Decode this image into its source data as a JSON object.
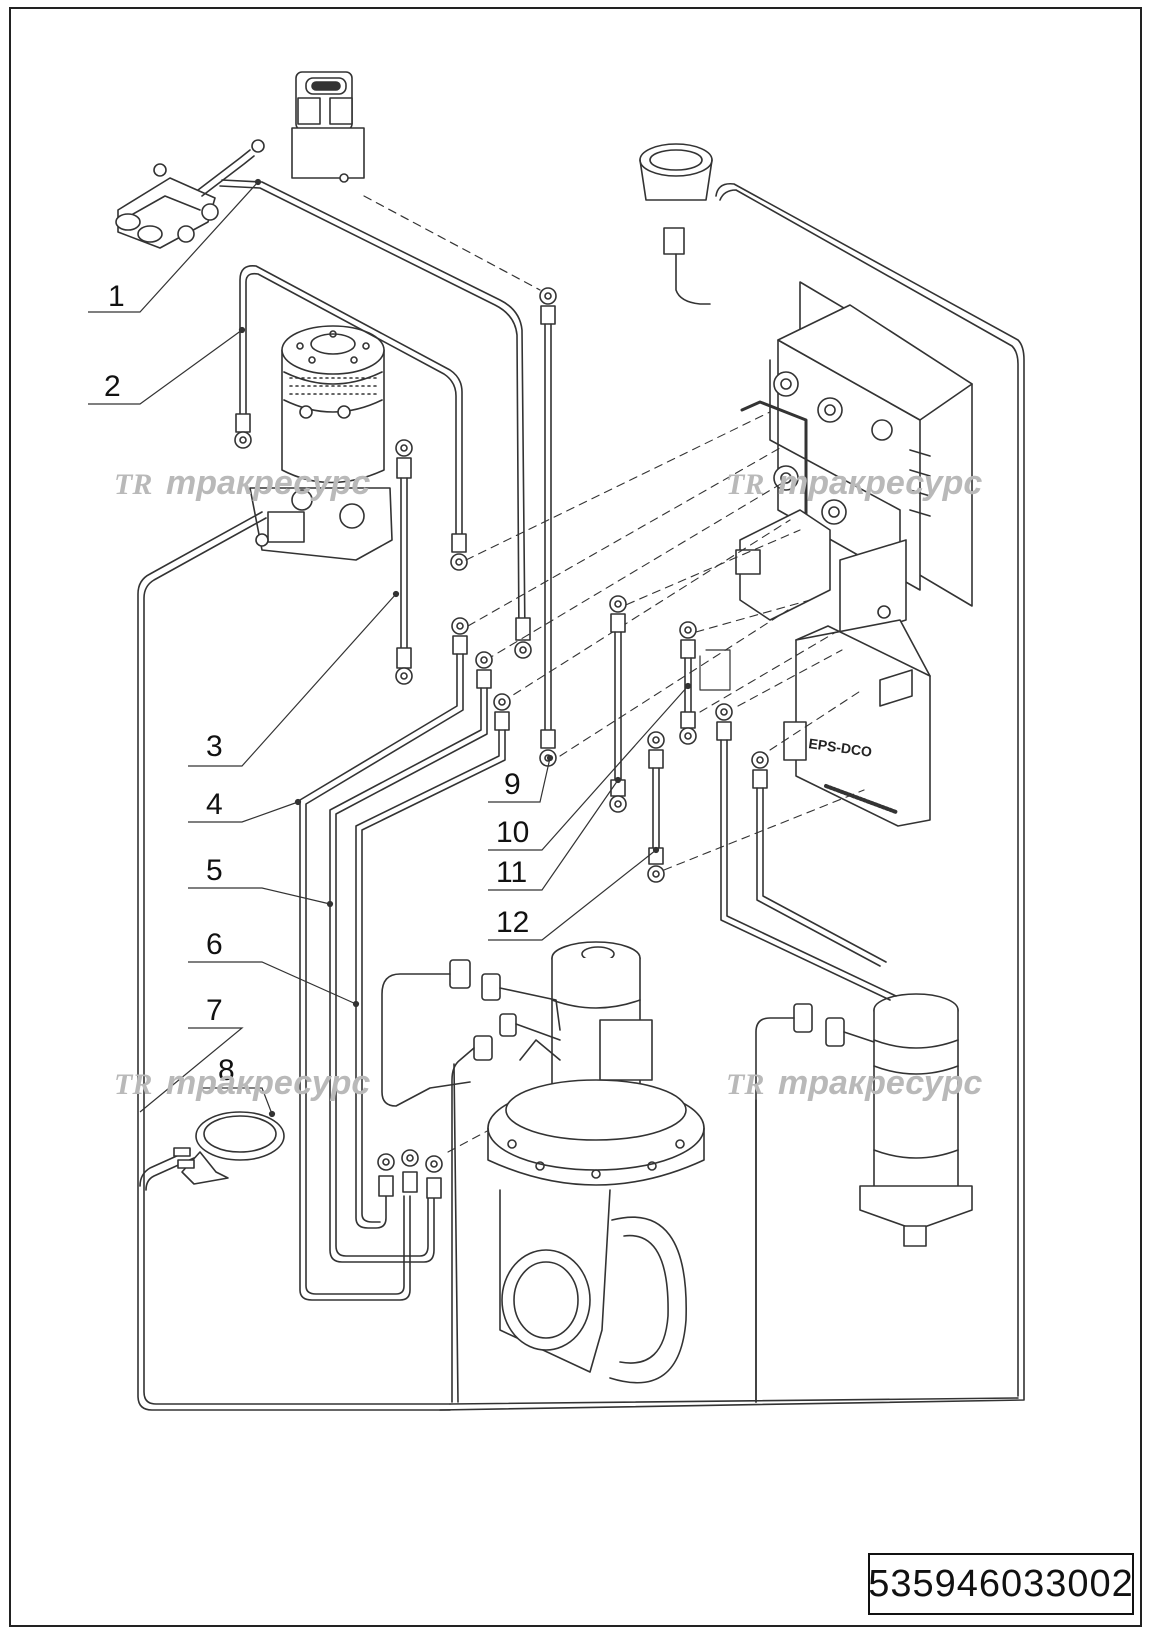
{
  "callouts": [
    {
      "id": "1",
      "label": "1"
    },
    {
      "id": "2",
      "label": "2"
    },
    {
      "id": "3",
      "label": "3"
    },
    {
      "id": "4",
      "label": "4"
    },
    {
      "id": "5",
      "label": "5"
    },
    {
      "id": "6",
      "label": "6"
    },
    {
      "id": "7",
      "label": "7"
    },
    {
      "id": "8",
      "label": "8"
    },
    {
      "id": "9",
      "label": "9"
    },
    {
      "id": "10",
      "label": "10"
    },
    {
      "id": "11",
      "label": "11"
    },
    {
      "id": "12",
      "label": "12"
    }
  ],
  "watermark": {
    "logo": "TR",
    "text": "тракресурс"
  },
  "controller_label": "EPS-DCO",
  "document_number": "535946033002"
}
